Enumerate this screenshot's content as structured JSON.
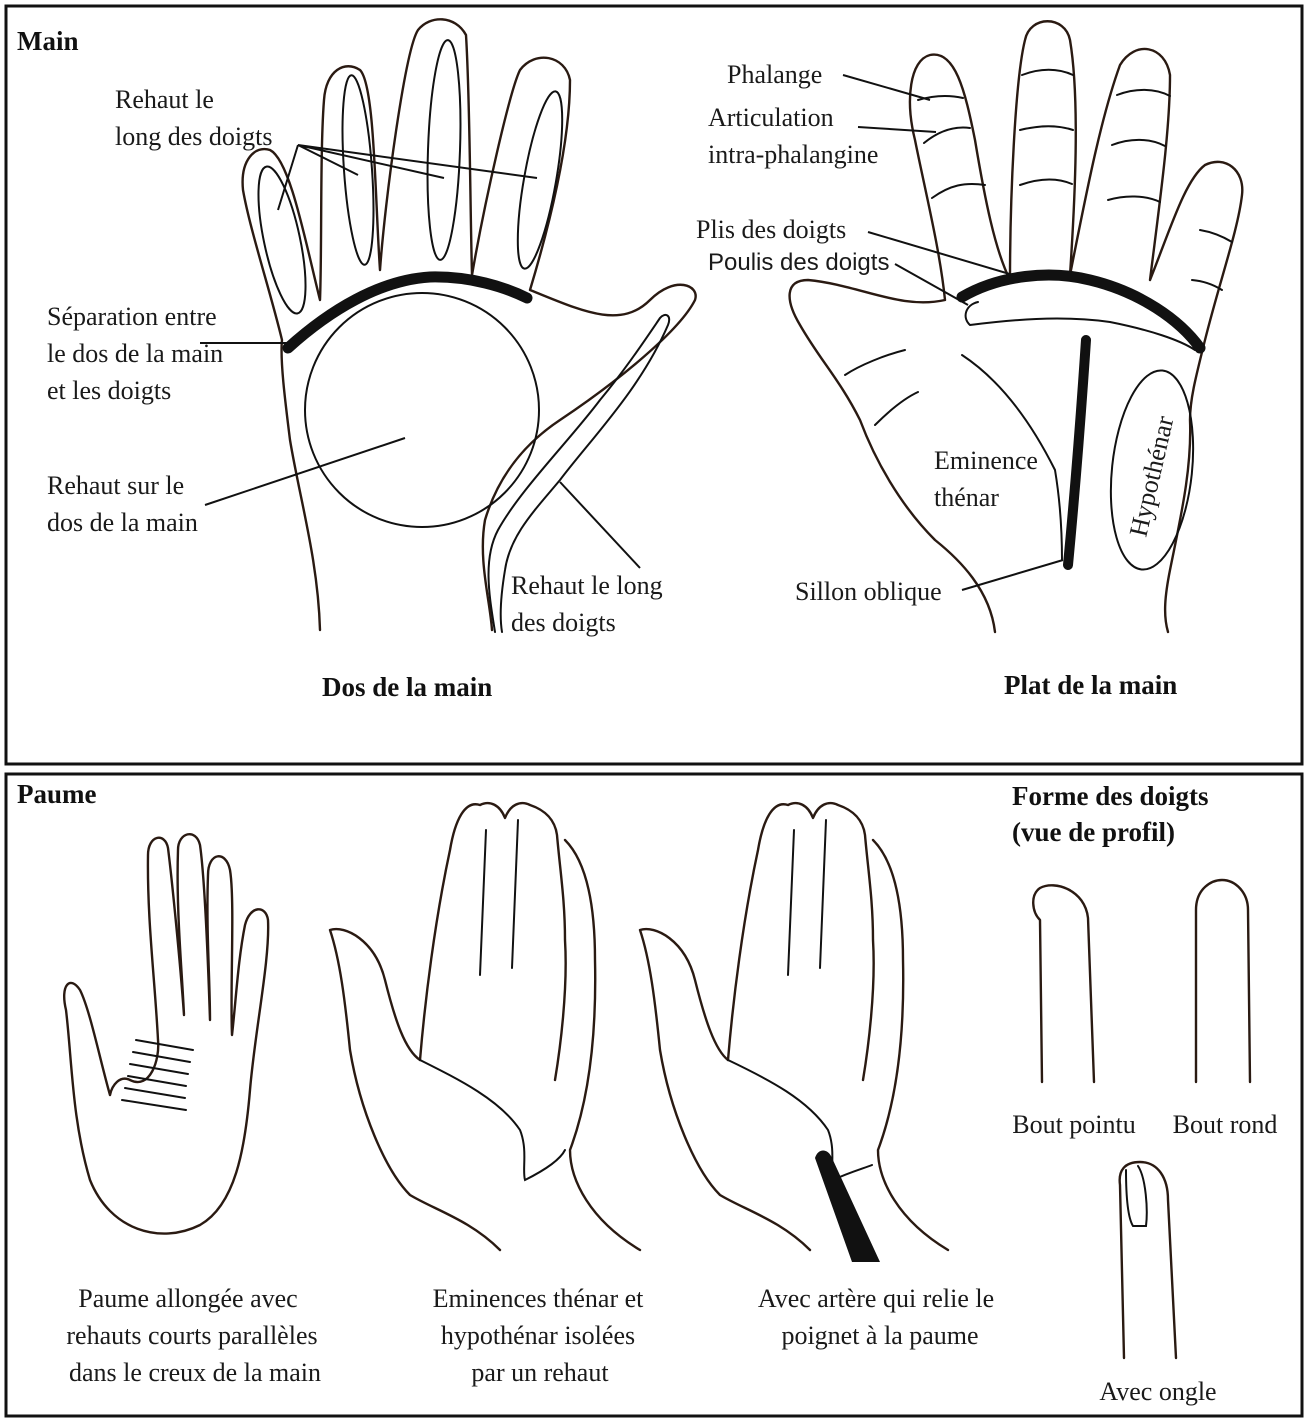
{
  "main_panel": {
    "title": "Main",
    "back_caption": "Dos de la main",
    "palm_caption": "Plat de la main",
    "labels": {
      "rehaut_doigts_1": "Rehaut le",
      "rehaut_doigts_2": "long des doigts",
      "separation_1": "Séparation entre",
      "separation_2": "le dos de la main",
      "separation_3": "et les doigts",
      "rehaut_dos_1": "Rehaut sur le",
      "rehaut_dos_2": "dos de la main",
      "rehaut_long_1": "Rehaut le long",
      "rehaut_long_2": "des doigts",
      "phalange": "Phalange",
      "articulation_1": "Articulation",
      "articulation_2": "intra-phalangine",
      "plis": "Plis des doigts",
      "poulis": "Poulis des doigts",
      "eminence_1": "Eminence",
      "eminence_2": "thénar",
      "hypothenar": "Hypothénar",
      "sillon": "Sillon oblique"
    }
  },
  "paume_panel": {
    "title": "Paume",
    "forme_title_1": "Forme des doigts",
    "forme_title_2": "(vue de profil)",
    "caption_1": [
      "Paume allongée avec",
      "rehauts courts parallèles",
      "dans le creux de la main"
    ],
    "caption_2": [
      "Eminences thénar et",
      "hypothénar isolées",
      "par un rehaut"
    ],
    "caption_3": [
      "Avec artère qui relie le",
      "poignet à la paume"
    ],
    "bout_pointu": "Bout pointu",
    "bout_rond": "Bout rond",
    "avec_ongle": "Avec ongle"
  }
}
